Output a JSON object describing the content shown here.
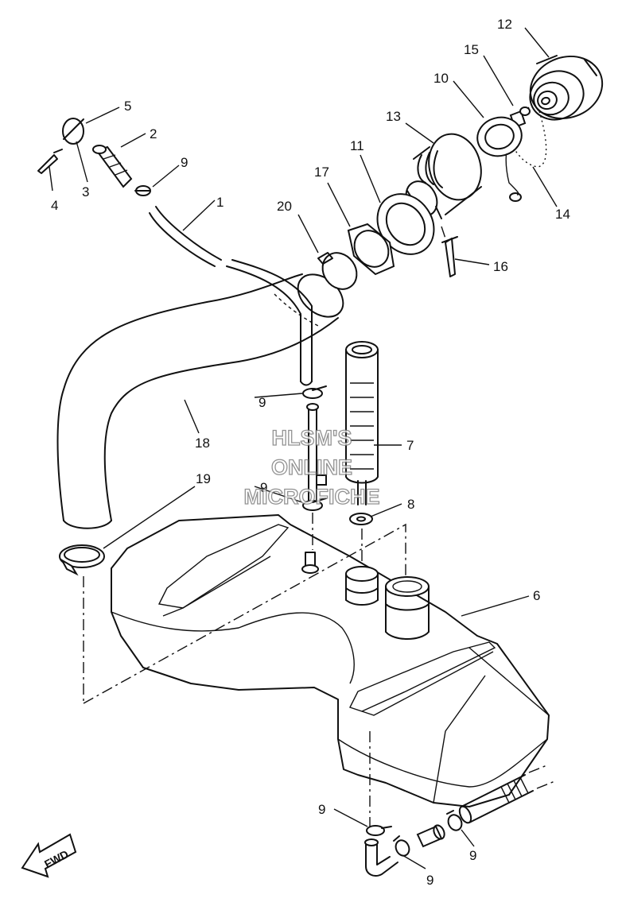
{
  "callouts": {
    "c1": "1",
    "c2": "2",
    "c3": "3",
    "c4": "4",
    "c5": "5",
    "c6": "6",
    "c7": "7",
    "c8": "8",
    "c9a": "9",
    "c9b": "9",
    "c9c": "9",
    "c9d": "9",
    "c9e": "9",
    "c9f": "9",
    "c10": "10",
    "c11": "11",
    "c12": "12",
    "c13": "13",
    "c14": "14",
    "c15": "15",
    "c16": "16",
    "c17": "17",
    "c18": "18",
    "c19": "19",
    "c20": "20"
  },
  "watermark": {
    "line1": "HLSM'S",
    "line2": "ONLINE",
    "line3": "MICROFICHE"
  },
  "direction_label": "FWD"
}
